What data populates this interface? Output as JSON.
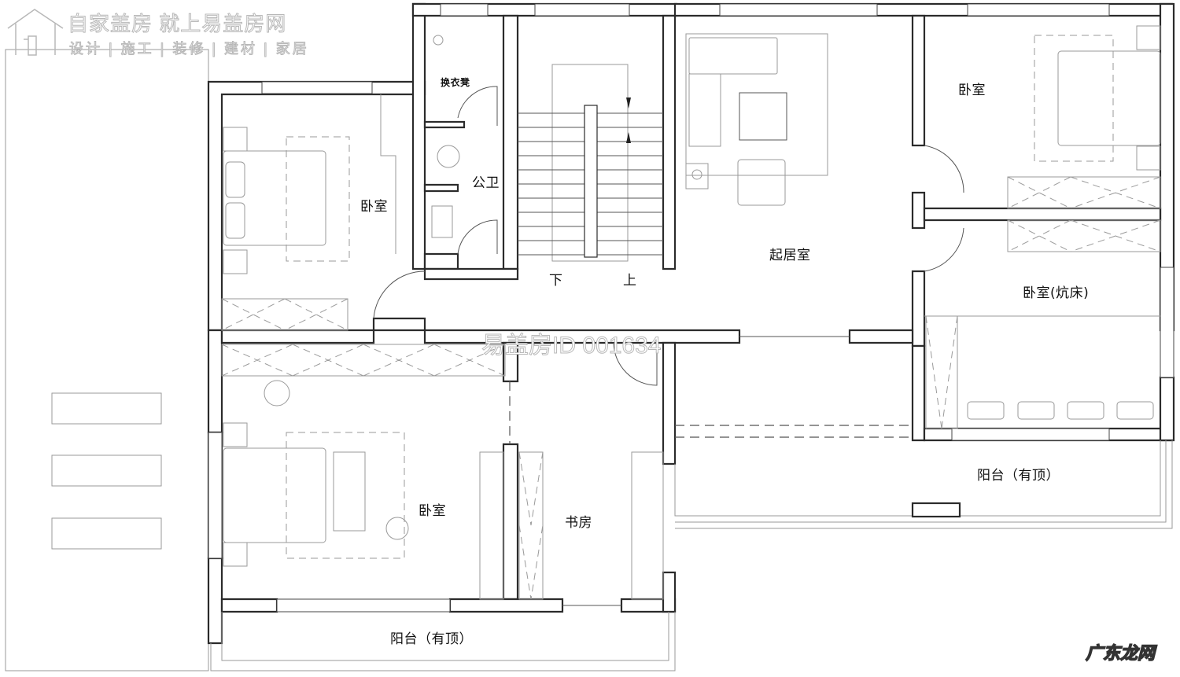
{
  "watermark": {
    "logo_title": "自家盖房 就上易盖房网",
    "logo_subtitle": "设计 | 施工 | 装修 | 建材 | 家居",
    "plan_id": "易盖房ID 001634",
    "corner_brand": "广东龙网"
  },
  "rooms": {
    "bedroom_nw": "卧室",
    "changing_stool": "换衣凳",
    "public_bath": "公卫",
    "stair_down": "下",
    "stair_up": "上",
    "living_room": "起居室",
    "bedroom_ne": "卧室",
    "bedroom_kang": "卧室(炕床)",
    "bedroom_sw": "卧室",
    "study": "书房",
    "balcony_east": "阳台（有顶）",
    "balcony_south": "阳台（有顶）"
  },
  "colors": {
    "wall": "#2b2b2b",
    "furniture": "#9a9a9a",
    "watermark": "#b8b8b8"
  }
}
